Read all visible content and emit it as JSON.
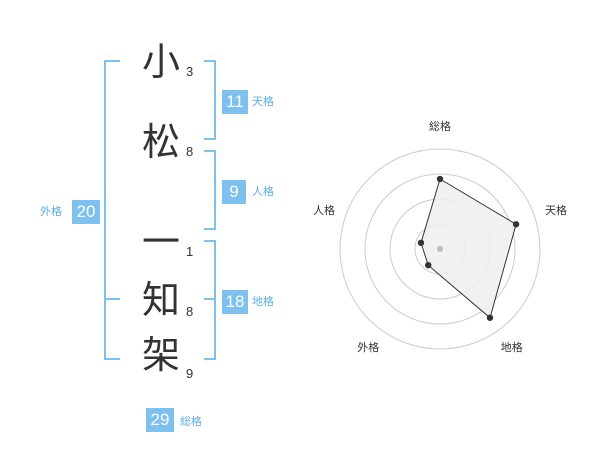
{
  "characters": [
    {
      "char": "小",
      "strokes": "3"
    },
    {
      "char": "松",
      "strokes": "8"
    },
    {
      "char": "一",
      "strokes": "1"
    },
    {
      "char": "知",
      "strokes": "8"
    },
    {
      "char": "架",
      "strokes": "9"
    }
  ],
  "kakaku": {
    "tenkaku": {
      "value": "11",
      "label": "天格"
    },
    "jinkaku": {
      "value": "9",
      "label": "人格"
    },
    "chikaku": {
      "value": "18",
      "label": "地格"
    },
    "gaikaku": {
      "value": "20",
      "label": "外格"
    },
    "soukaku": {
      "value": "29",
      "label": "総格"
    }
  },
  "chart_data": {
    "type": "radar",
    "axes": [
      "総格",
      "天格",
      "地格",
      "外格",
      "人格"
    ],
    "values": [
      0.7,
      0.8,
      0.85,
      0.2,
      0.2
    ],
    "range": [
      0,
      1
    ],
    "rings": 4,
    "colors": {
      "fill": "#efefef",
      "line": "#333333",
      "grid": "#cccccc",
      "center": "#bbbbbb",
      "accent": "#7ec0ee"
    }
  }
}
